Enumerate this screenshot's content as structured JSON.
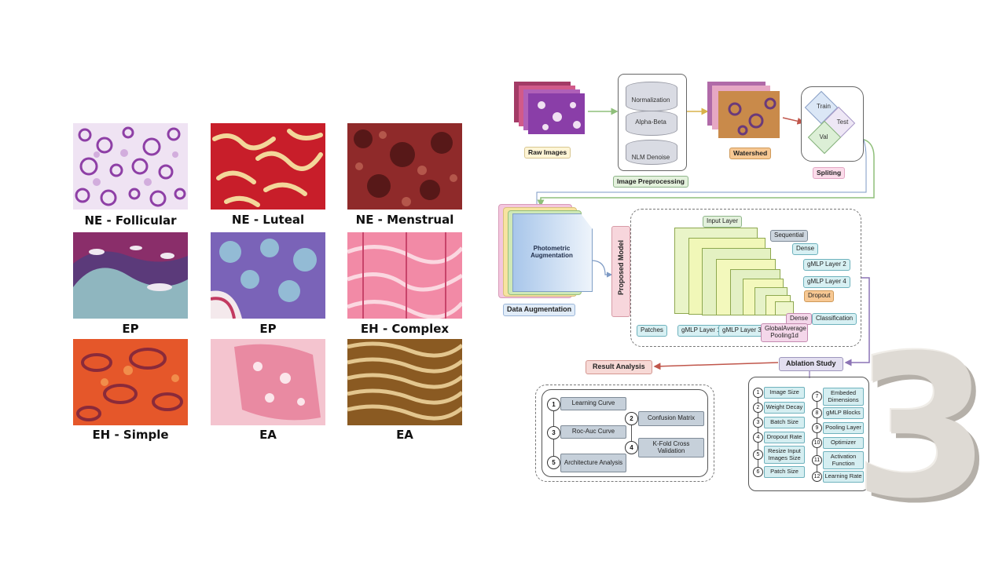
{
  "tiles": [
    {
      "caption": "NE - Follicular"
    },
    {
      "caption": "NE - Luteal"
    },
    {
      "caption": "NE - Menstrual"
    },
    {
      "caption": "EP"
    },
    {
      "caption": "EP"
    },
    {
      "caption": "EH - Complex"
    },
    {
      "caption": "EH - Simple"
    },
    {
      "caption": "EA"
    },
    {
      "caption": "EA"
    }
  ],
  "diagram": {
    "raw_images": "Raw Images",
    "preprocessing": {
      "title": "Image Preprocessing",
      "steps": [
        "Normalization",
        "Alpha-Beta",
        "NLM Denoise"
      ]
    },
    "watershed": "Watershed",
    "splitting": {
      "title": "Spliting",
      "sets": [
        "Train",
        "Test",
        "Val"
      ]
    },
    "photometric": "Photometric Augmentation",
    "data_augmentation": "Data Augmentation",
    "proposed_model": "Proposed Model",
    "layers": {
      "input": "Input Layer",
      "sequential": "Sequential",
      "dense1": "Dense",
      "gmlp2": "gMLP Layer 2",
      "gmlp4": "gMLP Layer 4",
      "dropout": "Dropout",
      "dense2": "Dense",
      "classification": "Classification",
      "patches": "Patches",
      "gmlp1": "gMLP Layer 1",
      "gmlp3": "gMLP Layer 3",
      "pooling": "GlobalAverage Pooling1d"
    },
    "ablation": {
      "title": "Ablation Study",
      "left": [
        {
          "n": "1",
          "label": "Image Size"
        },
        {
          "n": "2",
          "label": "Weight Decay"
        },
        {
          "n": "3",
          "label": "Batch Size"
        },
        {
          "n": "4",
          "label": "Dropout Rate"
        },
        {
          "n": "5",
          "label": "Resize Input Images Size"
        },
        {
          "n": "6",
          "label": "Patch Size"
        }
      ],
      "right": [
        {
          "n": "7",
          "label": "Embeded Dimensions"
        },
        {
          "n": "8",
          "label": "gMLP Blocks"
        },
        {
          "n": "9",
          "label": "Pooling Layer"
        },
        {
          "n": "10",
          "label": "Optimizer"
        },
        {
          "n": "11",
          "label": "Activation Function"
        },
        {
          "n": "12",
          "label": "Learning Rate"
        }
      ]
    },
    "result": {
      "title": "Result Analysis",
      "items": [
        {
          "n": "1",
          "label": "Learning Curve"
        },
        {
          "n": "2",
          "label": "Confusion Matrix"
        },
        {
          "n": "3",
          "label": "Roc-Auc Curve"
        },
        {
          "n": "4",
          "label": "K-Fold Cross Validation"
        },
        {
          "n": "5",
          "label": "Architecture Analysis"
        }
      ]
    }
  },
  "big_number": "3",
  "colors": {
    "arrow_green": "#8fbf7a",
    "arrow_purple": "#8c74b5",
    "arrow_red": "#c0564b",
    "arrow_gold": "#d8b24a"
  }
}
